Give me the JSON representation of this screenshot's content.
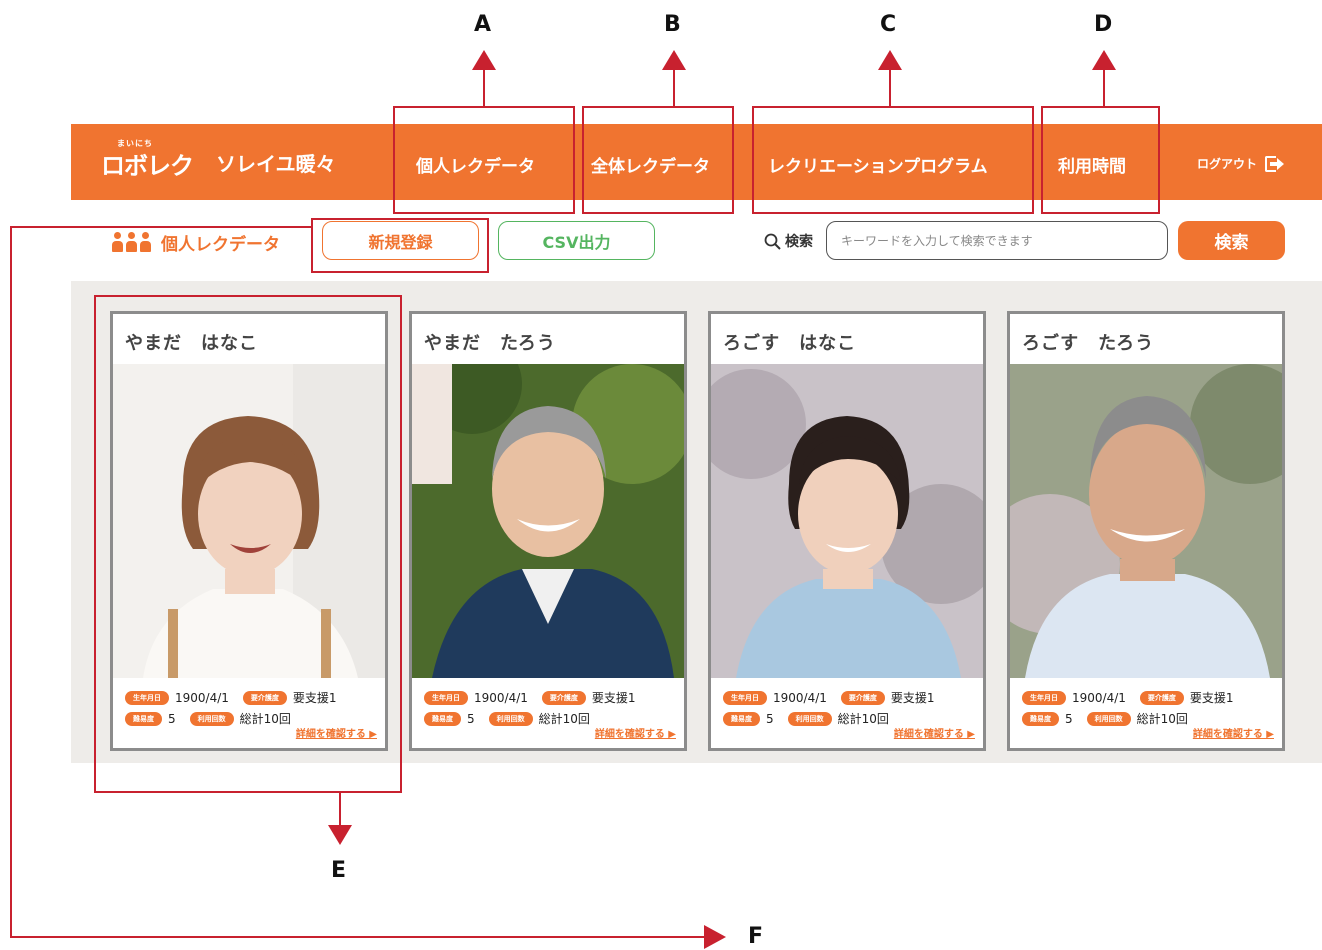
{
  "header": {
    "logo_small": "まいにち",
    "logo_main": "ロボレク",
    "facility_name": "ソレイユ暖々",
    "nav": [
      {
        "label": "個人レクデータ"
      },
      {
        "label": "全体レクデータ"
      },
      {
        "label": "レクリエーションプログラム"
      },
      {
        "label": "利用時間"
      }
    ],
    "logout_label": "ログアウト"
  },
  "toolbar": {
    "section_title": "個人レクデータ",
    "new_button": "新規登録",
    "csv_button": "CSV出力",
    "search_label": "検索",
    "search_placeholder": "キーワードを入力して検索できます",
    "search_button": "検索"
  },
  "card_labels": {
    "birth": "生年月日",
    "care_level": "要介護度",
    "difficulty": "難易度",
    "usage_count": "利用回数",
    "detail_link": "詳細を確認する ▶"
  },
  "cards": [
    {
      "name": "やまだ　はなこ",
      "birth": "1900/4/1",
      "care": "要支援1",
      "difficulty": "5",
      "usage": "総計10回"
    },
    {
      "name": "やまだ　たろう",
      "birth": "1900/4/1",
      "care": "要支援1",
      "difficulty": "5",
      "usage": "総計10回"
    },
    {
      "name": "ろごす　はなこ",
      "birth": "1900/4/1",
      "care": "要支援1",
      "difficulty": "5",
      "usage": "総計10回"
    },
    {
      "name": "ろごす　たろう",
      "birth": "1900/4/1",
      "care": "要支援1",
      "difficulty": "5",
      "usage": "総計10回"
    }
  ],
  "annotations": {
    "a": "A",
    "b": "B",
    "c": "C",
    "d": "D",
    "e": "E",
    "f": "F"
  },
  "colors": {
    "brand": "#f07430",
    "csv": "#55b560",
    "annotation": "#c8212f"
  }
}
